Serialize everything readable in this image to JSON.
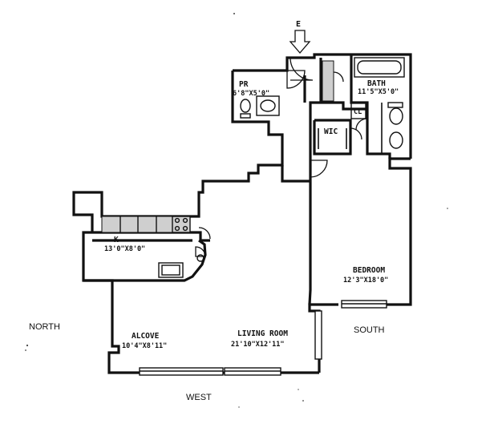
{
  "entry": {
    "marker": "E"
  },
  "compass": {
    "north": "NORTH",
    "south": "SOUTH",
    "west": "WEST"
  },
  "rooms": {
    "powder": {
      "name": "PR",
      "dims": "6'8\"X5'0\""
    },
    "bath": {
      "name": "BATH",
      "dims": "11'5\"X5'0\""
    },
    "closet": {
      "name": "WIC",
      "dims": ""
    },
    "closet_small": {
      "name": "CL",
      "dims": ""
    },
    "kitchen": {
      "name": "K",
      "dims": "13'0\"X8'0\""
    },
    "bedroom": {
      "name": "BEDROOM",
      "dims": "12'3\"X18'0\""
    },
    "alcove": {
      "name": "ALCOVE",
      "dims": "10'4\"X8'11\""
    },
    "living": {
      "name": "LIVING ROOM",
      "dims": "21'10\"X12'11\""
    }
  },
  "icons": {
    "entry_arrow": "down-arrow",
    "toilet": "toilet",
    "sink": "sink",
    "bathtub": "bathtub",
    "range": "stove"
  }
}
